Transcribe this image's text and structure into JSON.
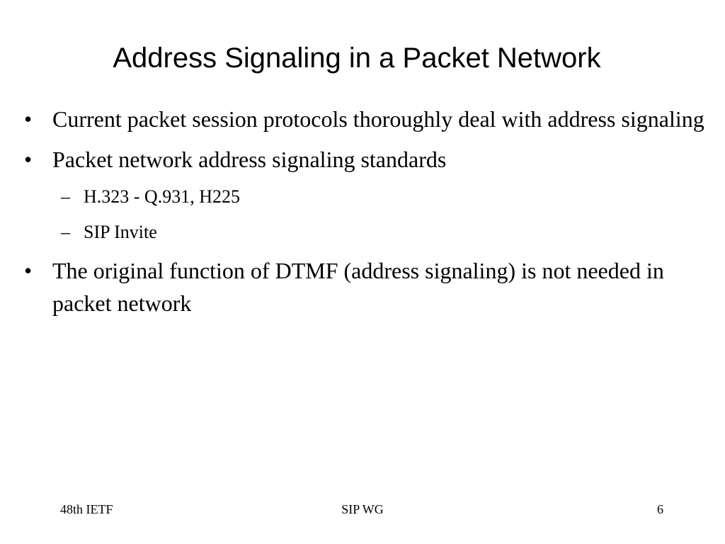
{
  "slide": {
    "title": "Address Signaling in a Packet Network",
    "bullet_char": "•",
    "dash_char": "–",
    "items": [
      {
        "text": "Current packet session protocols thoroughly deal with address signaling"
      },
      {
        "text": "Packet network address signaling standards"
      },
      {
        "text": "H.323 - Q.931, H225"
      },
      {
        "text": "SIP Invite"
      },
      {
        "text": "The original function of DTMF (address signaling) is not needed in packet network"
      }
    ]
  },
  "footer": {
    "left": "48th IETF",
    "center": "SIP WG",
    "right": "6"
  }
}
